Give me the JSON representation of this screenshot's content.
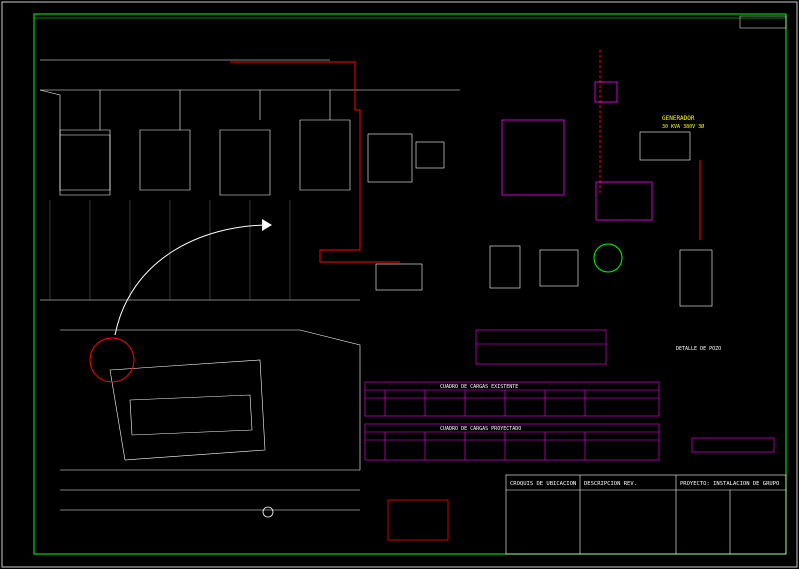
{
  "drawing": {
    "panels": {
      "site_plan": "CROQUIS DE UBICACION",
      "signature_block": "DESCRIPCION  REV.",
      "project_title": "PROYECTO: INSTALACION DE GRUPO",
      "generator": "GENERADOR",
      "generator_rating": "30 KVA 380V 3Ø",
      "table_1_title": "CUADRO DE CARGAS EXISTENTE",
      "table_2_title": "CUADRO DE CARGAS PROYECTADO",
      "detail_label": "DETALLE DE POZO"
    },
    "colors": {
      "border": "#00ff00",
      "table_lines": "#ff00ff",
      "cable_run": "#ff0000",
      "text": "#ffffff",
      "accent_text": "#ffff00"
    }
  }
}
